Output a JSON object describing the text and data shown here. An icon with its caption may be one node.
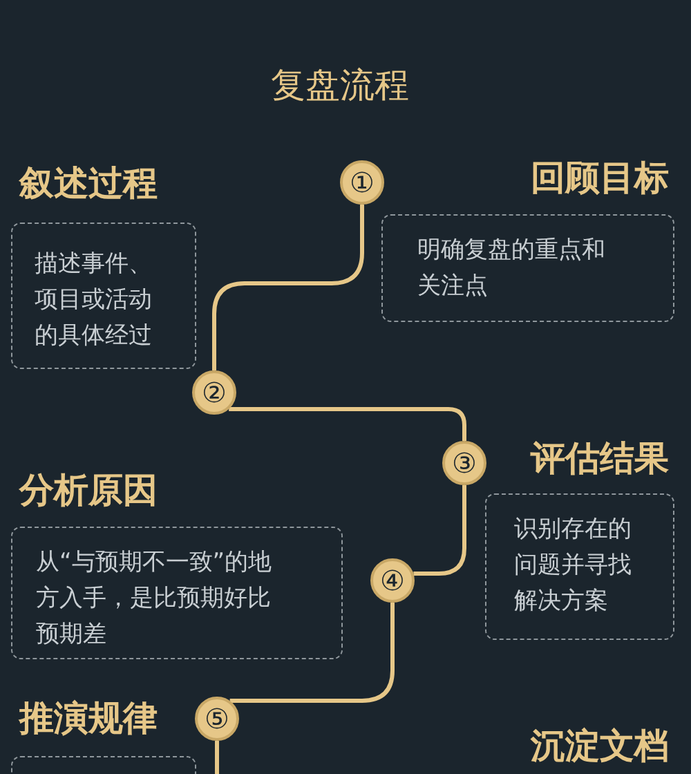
{
  "diagram": {
    "title": "复盘流程",
    "nodes": [
      {
        "text": [
          "叙述过程",
          "描述事件、项目或活动的具体经过"
        ]
      },
      {
        "text": [
          "①"
        ]
      },
      {
        "text": [
          "回顾目标",
          "明确复盘的重点和关注点"
        ]
      },
      {
        "text": [
          "②"
        ]
      },
      {
        "text": [
          "③"
        ]
      },
      {
        "text": [
          "评估结果",
          "识别存在的问题并寻找解决方案"
        ]
      },
      {
        "text": [
          "分析原因",
          "从“与预期不一致”的地方入手，是比预期好比预期差"
        ]
      },
      {
        "text": [
          "④"
        ]
      },
      {
        "text": [
          "⑤"
        ]
      },
      {
        "text": [
          "推演规律"
        ]
      },
      {
        "text": [
          "沉淀文档"
        ]
      }
    ],
    "edges": [
      {
        "from": 1,
        "to": 3,
        "arrow": "none"
      },
      {
        "from": 3,
        "to": 4,
        "arrow": "none"
      },
      {
        "from": 4,
        "to": 7,
        "arrow": "none"
      },
      {
        "from": 7,
        "to": 8,
        "arrow": "none"
      },
      {
        "from": 8,
        "to": null,
        "arrow": "none"
      }
    ]
  }
}
